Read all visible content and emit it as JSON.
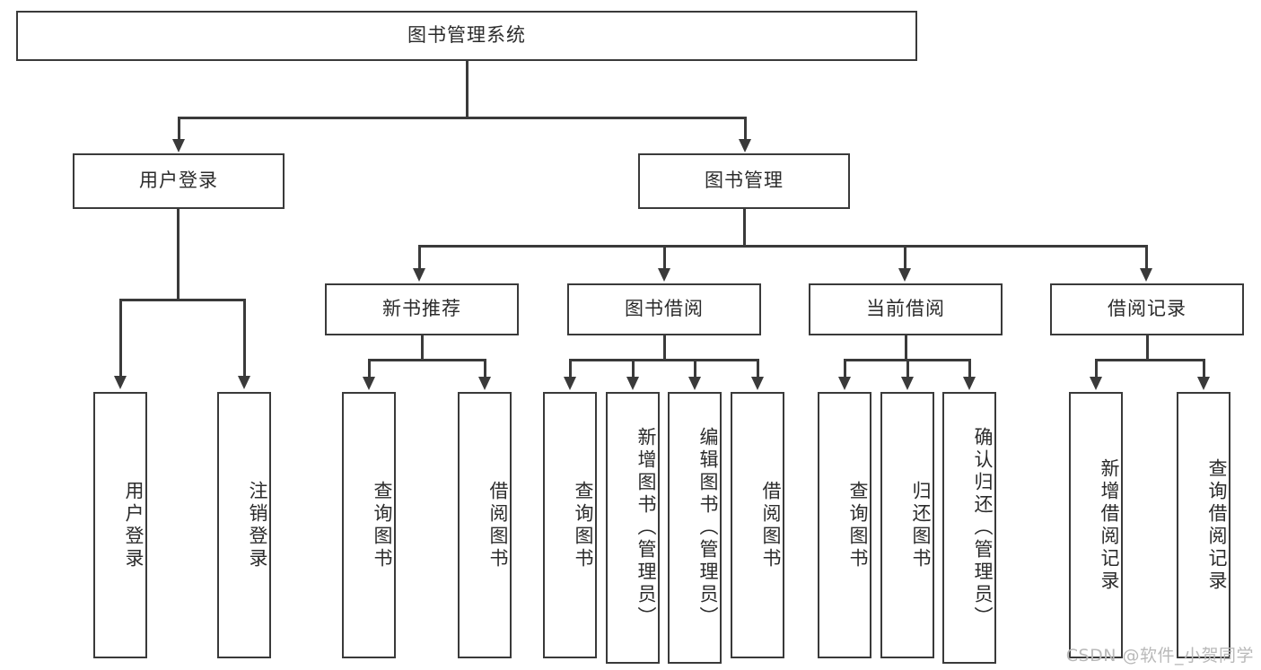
{
  "diagram": {
    "title": "图书管理系统",
    "type": "functional-structure-tree",
    "root": {
      "id": "root",
      "label": "图书管理系统"
    },
    "level2": [
      {
        "id": "user-login",
        "label": "用户登录"
      },
      {
        "id": "book-management",
        "label": "图书管理"
      }
    ],
    "level3": [
      {
        "id": "new-book-recommend",
        "label": "新书推荐"
      },
      {
        "id": "book-borrow",
        "label": "图书借阅"
      },
      {
        "id": "current-borrow",
        "label": "当前借阅"
      },
      {
        "id": "borrow-record",
        "label": "借阅记录"
      }
    ],
    "leaves": {
      "user_login": [
        {
          "id": "leaf-user-login",
          "label": "用户登录"
        },
        {
          "id": "leaf-logout-login",
          "label": "注销登录"
        }
      ],
      "new_book_recommend": [
        {
          "id": "leaf-query-book-1",
          "label": "查询图书"
        },
        {
          "id": "leaf-borrow-book-1",
          "label": "借阅图书"
        }
      ],
      "book_borrow": [
        {
          "id": "leaf-query-book-2",
          "label": "查询图书"
        },
        {
          "id": "leaf-add-book",
          "label": "新增图书（管理员）"
        },
        {
          "id": "leaf-edit-book",
          "label": "编辑图书（管理员）"
        },
        {
          "id": "leaf-borrow-book-2",
          "label": "借阅图书"
        }
      ],
      "current_borrow": [
        {
          "id": "leaf-query-book-3",
          "label": "查询图书"
        },
        {
          "id": "leaf-return-book",
          "label": "归还图书"
        },
        {
          "id": "leaf-confirm-return",
          "label": "确认归还（管理员）"
        }
      ],
      "borrow_record": [
        {
          "id": "leaf-add-record",
          "label": "新增借阅记录"
        },
        {
          "id": "leaf-query-record",
          "label": "查询借阅记录"
        }
      ]
    }
  },
  "watermark": {
    "text": "CSDN @软件_小贺同学"
  },
  "colors": {
    "stroke": "#3a3a3a",
    "text": "#2b2b2b",
    "background": "#ffffff",
    "watermark": "#b9b9b9"
  }
}
